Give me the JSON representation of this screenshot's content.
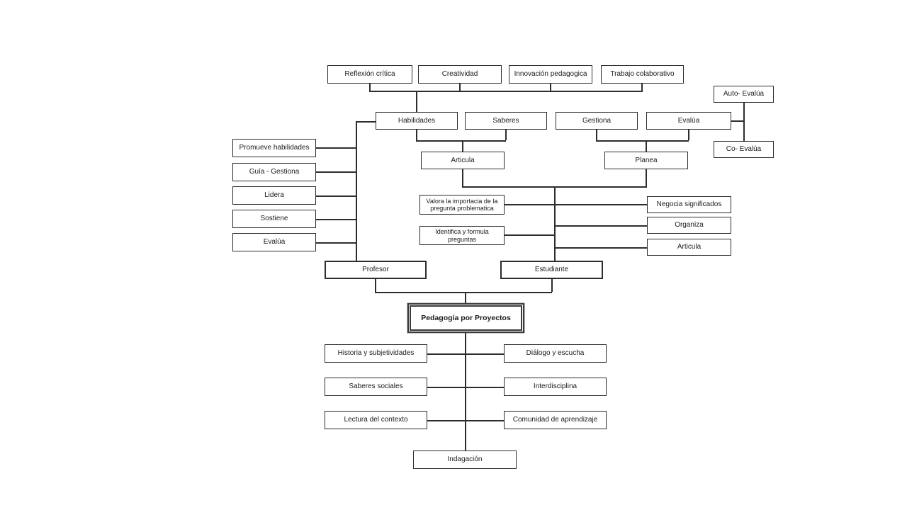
{
  "diagram_title": "Pedagogía por Proyectos",
  "colors": {
    "line": "#2d2d2d",
    "text": "#1a1a1a",
    "background": "#ffffff"
  },
  "nodes": {
    "top_outcomes": {
      "reflexion_critica": "Reflexión crítica",
      "creatividad": "Creatividad",
      "innovacion_pedagogica": "Innovación pedagogica",
      "trabajo_colaborativo": "Trabajo colaborativo"
    },
    "second_row": {
      "habilidades": "Habilidades",
      "saberes": "Saberes",
      "gestiona": "Gestiona",
      "evalua": "Evalúa"
    },
    "evaluation": {
      "auto_evalua": "Auto- Evalúa",
      "co_evalua": "Co- Evalúa"
    },
    "teacher_roles": {
      "promueve_habilidades": "Promueve habilidades",
      "guia_gestiona": "Guía - Gestiona",
      "lidera": "Lidera",
      "sostiene": "Sostiene",
      "evalua": "Evalúa"
    },
    "mid": {
      "articula": "Articula",
      "planea": "Planea",
      "valora": "Valora la importacia de la pregunta problematica",
      "identifica": "Identifica y formula preguntas"
    },
    "student_actions": {
      "negocia_significados": "Negocia significados",
      "organiza": "Organiza",
      "articula": "Articula"
    },
    "actors": {
      "profesor": "Profesor",
      "estudiante": "Estudiante"
    },
    "center": {
      "pedagogia_por_proyectos": "Pedagogía por Proyectos"
    },
    "foundations_left": {
      "historia_subjetividades": "Historia y subjetividades",
      "saberes_sociales": "Saberes sociales",
      "lectura_contexto": "Lectura del contexto"
    },
    "foundations_right": {
      "dialogo_escucha": "Diálogo y escucha",
      "interdisciplina": "Interdisciplina",
      "comunidad_aprendizaje": "Comunidad de aprendizaje"
    },
    "bottom": {
      "indagacion": "Indagación"
    }
  }
}
